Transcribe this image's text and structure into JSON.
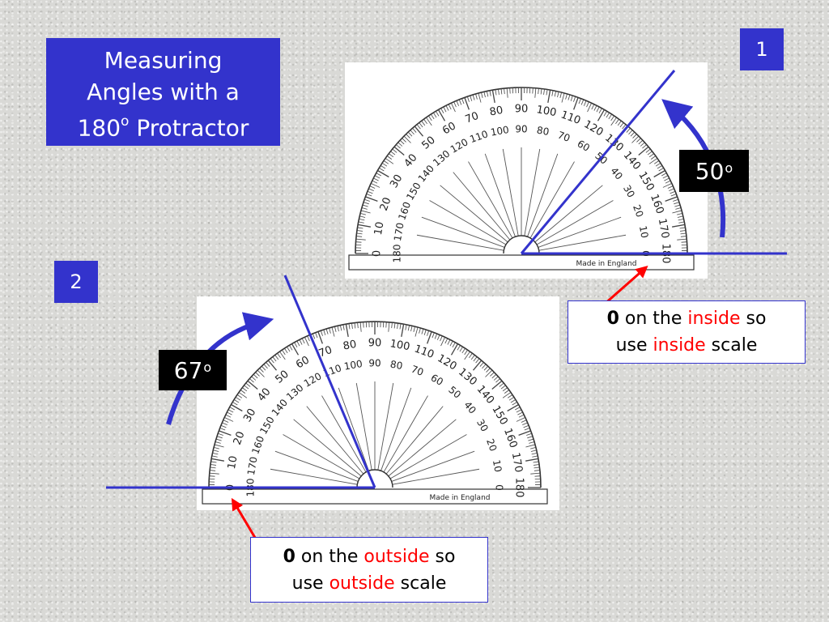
{
  "title": {
    "line1": "Measuring",
    "line2": "Angles with a",
    "line3_prefix": "180",
    "line3_degree": "o",
    "line3_suffix": " Protractor"
  },
  "example1": {
    "number": "1",
    "angle_value": "50",
    "angle_degree": "o",
    "note": {
      "zero": "0",
      "text1": " on the ",
      "emph1": "inside",
      "text2": " so",
      "text3": "use ",
      "emph2": "inside",
      "text4": " scale"
    }
  },
  "example2": {
    "number": "2",
    "angle_value": "67",
    "angle_degree": "o",
    "note": {
      "zero": "0",
      "text1": " on the ",
      "emph1": "outside",
      "text2": " so",
      "text3": "use ",
      "emph2": "outside",
      "text4": " scale"
    }
  },
  "protractor": {
    "outer_scale": [
      "0",
      "10",
      "20",
      "30",
      "40",
      "50",
      "60",
      "70",
      "80",
      "90",
      "100",
      "110",
      "120",
      "130",
      "140",
      "150",
      "160",
      "170",
      "180"
    ],
    "inner_scale": [
      "180",
      "170",
      "160",
      "150",
      "140",
      "130",
      "120",
      "110",
      "100",
      "90",
      "80",
      "70",
      "60",
      "50",
      "40",
      "30",
      "20",
      "10",
      "0"
    ],
    "maker_text": "Made in England"
  },
  "colors": {
    "box_blue": "#3333cc",
    "line_blue": "#3333cc",
    "arrow_red": "#ff0000",
    "emphasis_red": "#ff0000"
  }
}
